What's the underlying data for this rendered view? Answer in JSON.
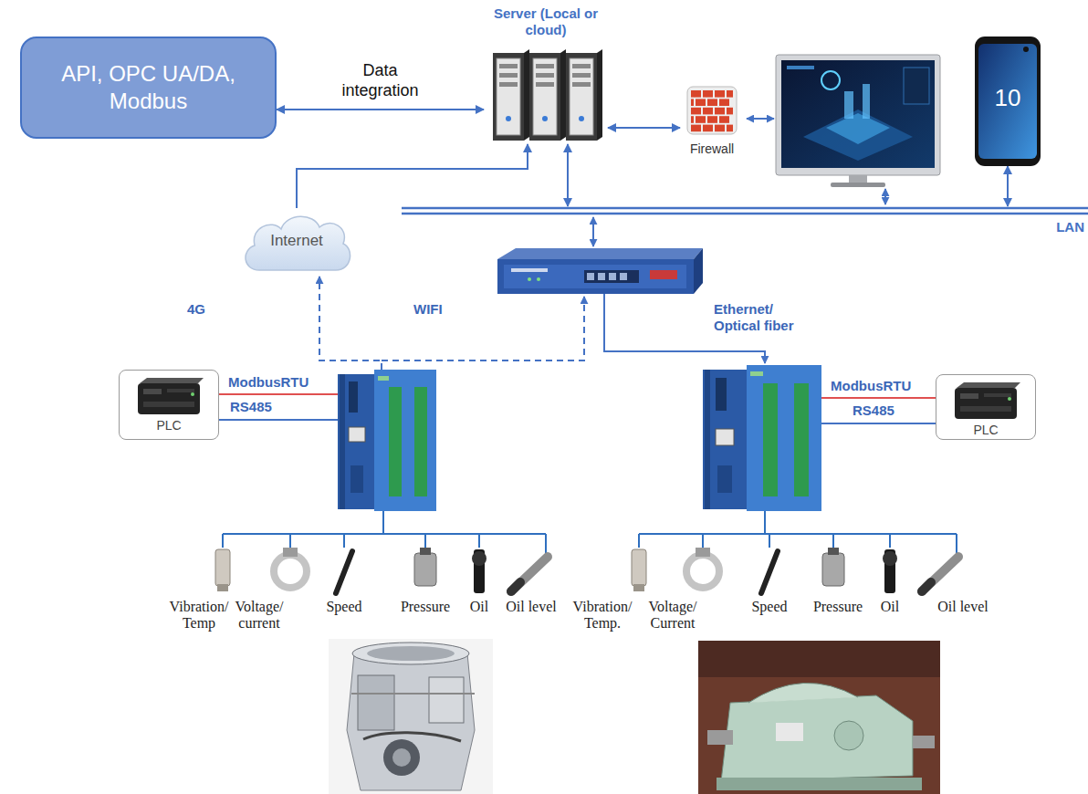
{
  "diagram": {
    "nodes": [
      {
        "text": [
          "Server (Local or cloud)"
        ]
      },
      {
        "text": [
          "API, OPC UA/DA, Modbus"
        ]
      },
      {
        "text": [
          "10"
        ]
      },
      {
        "text": [
          "Firewall"
        ]
      },
      {
        "text": [
          "Internet"
        ]
      },
      {
        "text": [
          "LAN"
        ]
      },
      {
        "text": [
          "PLC"
        ]
      },
      {
        "text": [
          "PLC"
        ]
      }
    ],
    "edges": [
      {
        "from": 1,
        "to": 0,
        "arrow": "both",
        "label": "Data integration"
      },
      {
        "from": 0,
        "to": 3,
        "arrow": "both"
      },
      {
        "from": 4,
        "to": 0,
        "arrow": "to"
      },
      {
        "from": 0,
        "to": 5,
        "arrow": "both"
      },
      {
        "from": 2,
        "to": 5,
        "arrow": "both"
      }
    ],
    "labels": [
      "4G",
      "WIFI",
      "Ethernet/ Optical fiber",
      "ModbusRTU",
      "RS485",
      "ModbusRTU",
      "RS485",
      "Vibration/ Temp",
      "Voltage/ current",
      "Speed",
      "Pressure",
      "Oil",
      "Oil level",
      "Vibration/ Temp.",
      "Voltage/ Current",
      "Speed",
      "Pressure",
      "Oil",
      "Oil level"
    ]
  }
}
